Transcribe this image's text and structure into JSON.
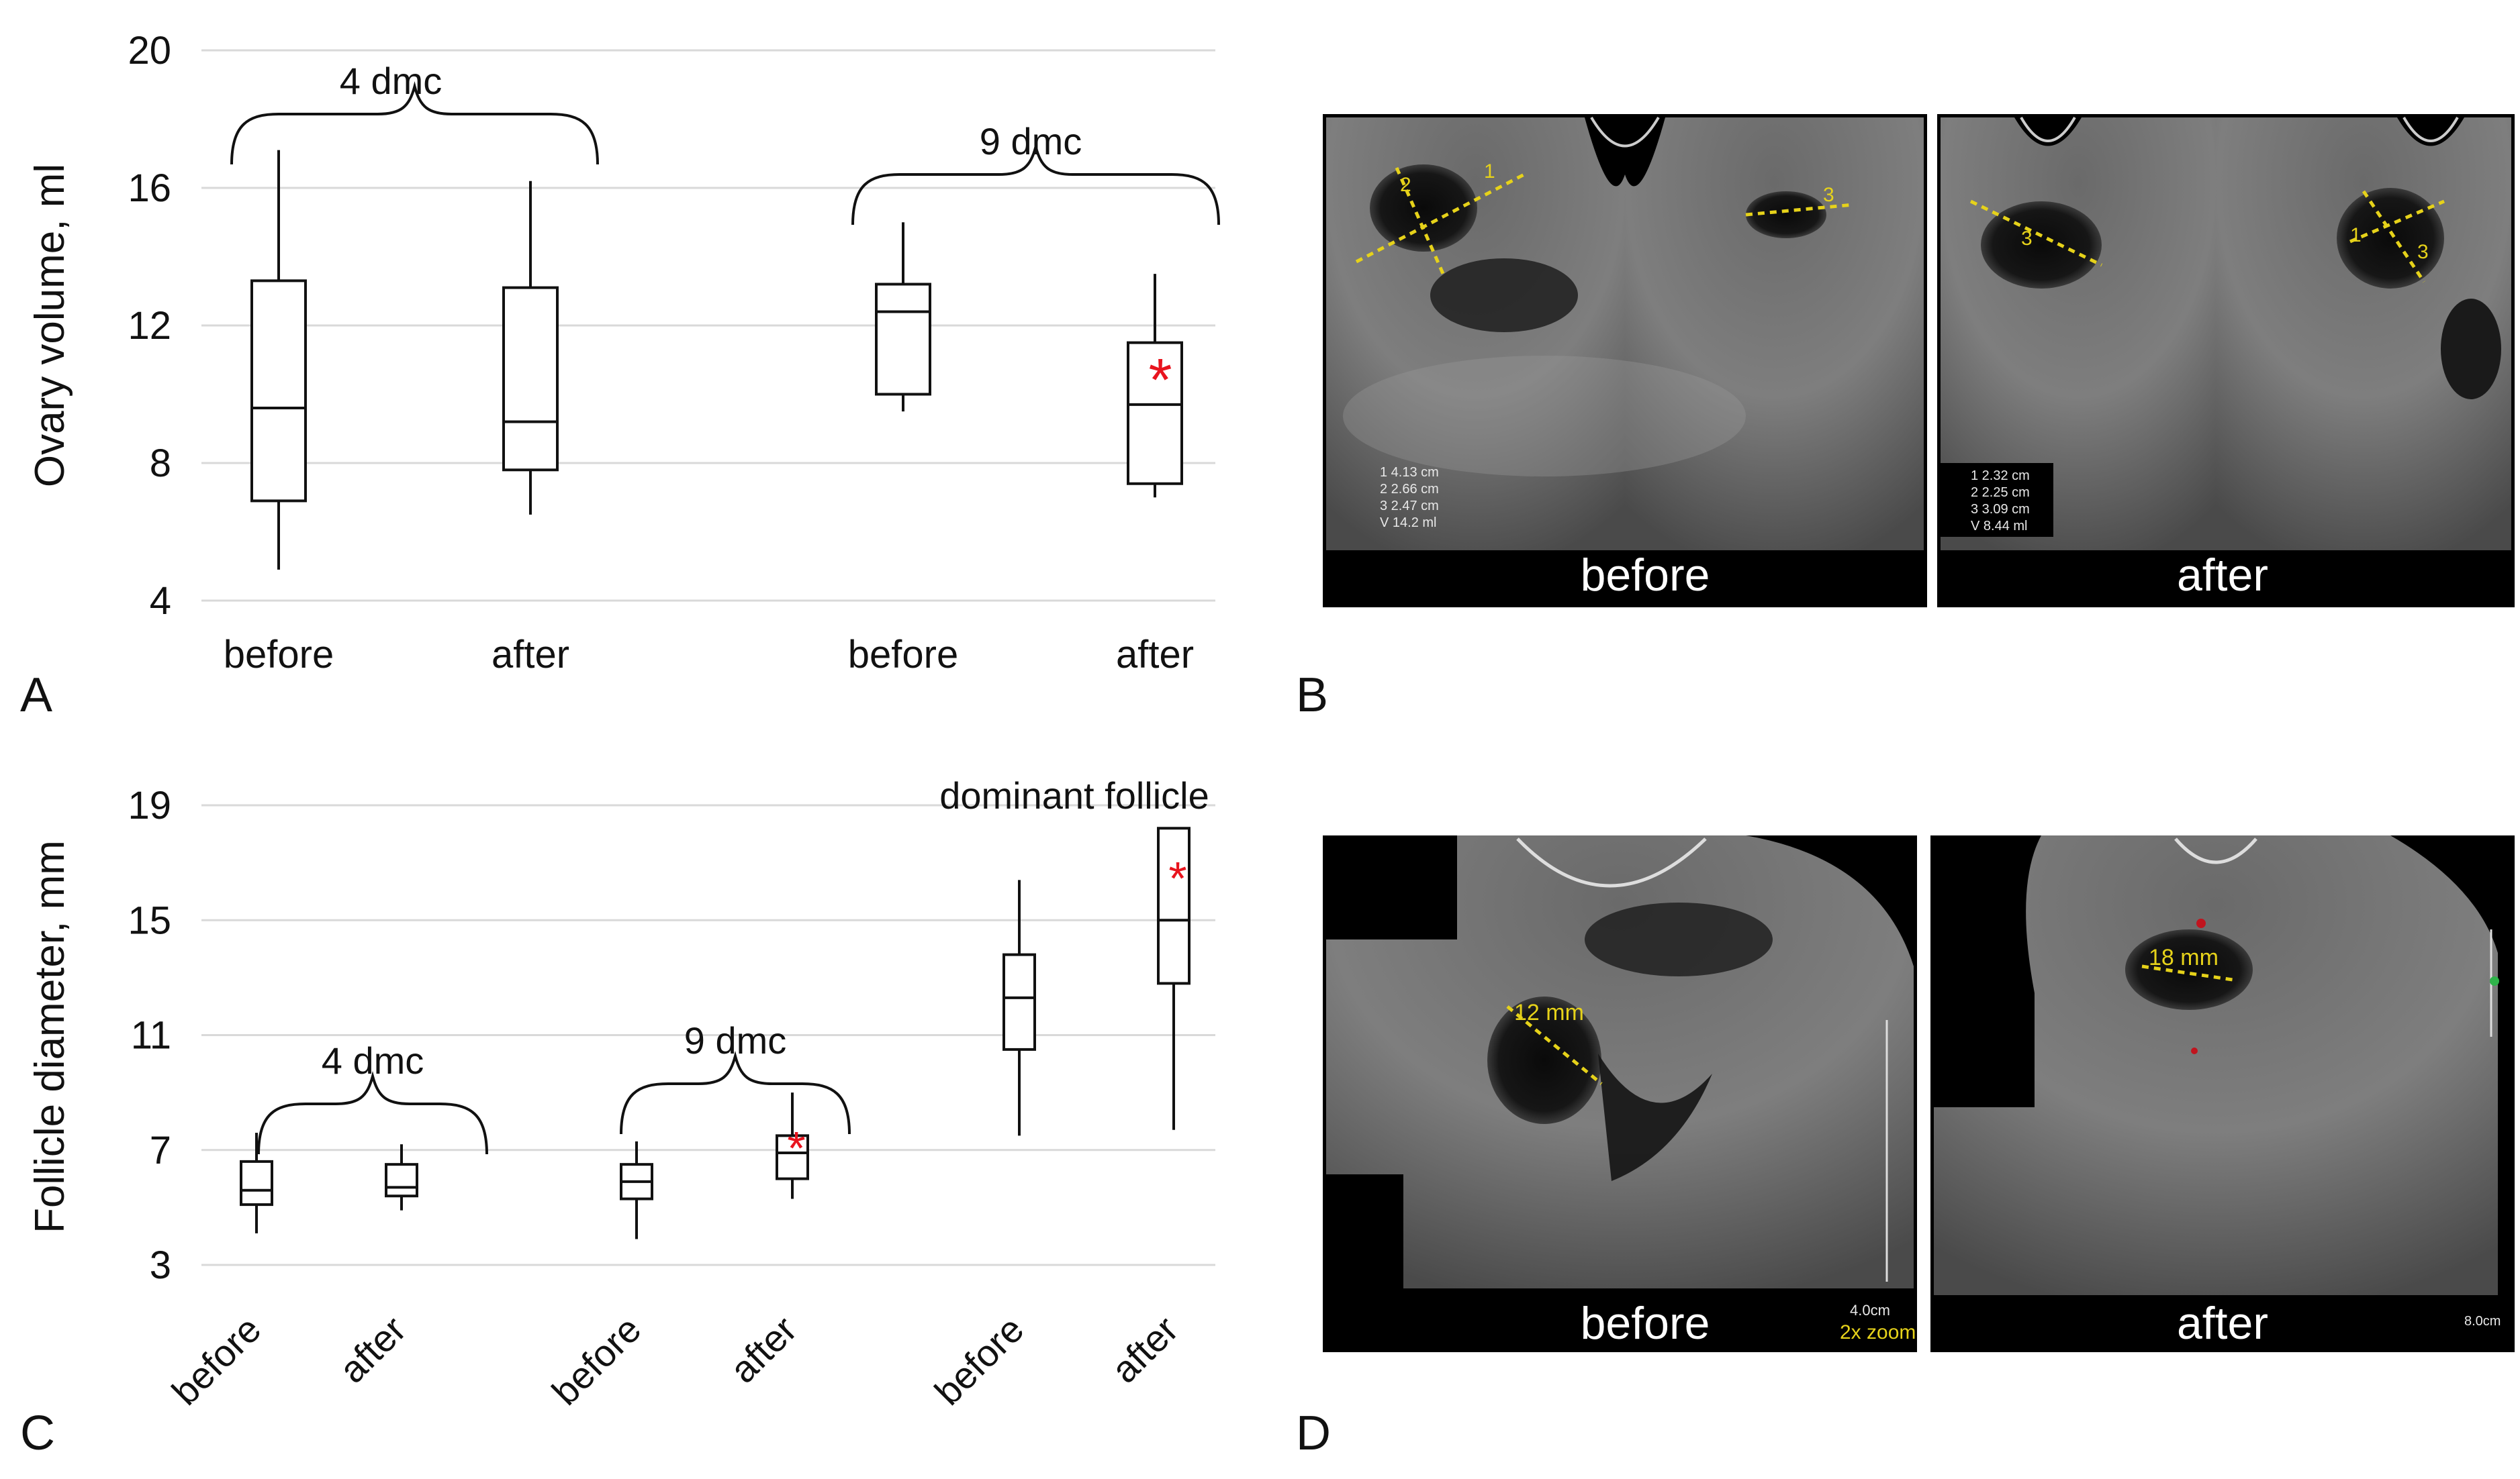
{
  "panels": {
    "A": "A",
    "B": "B",
    "C": "C",
    "D": "D"
  },
  "chart_data": [
    {
      "type": "box",
      "panel": "A",
      "ylabel": "Ovary volume, ml",
      "ylim": [
        4,
        20
      ],
      "yticks": [
        4,
        8,
        12,
        16,
        20
      ],
      "grid": true,
      "categories": [
        "before",
        "after",
        "before",
        "after"
      ],
      "groups": [
        {
          "label": "4 dmc",
          "members": [
            0,
            1
          ]
        },
        {
          "label": "9 dmc",
          "members": [
            2,
            3
          ]
        }
      ],
      "boxes": [
        {
          "category": "before",
          "min": 4.9,
          "q1": 6.9,
          "median": 9.6,
          "q3": 13.3,
          "max": 17.1
        },
        {
          "category": "after",
          "min": 6.5,
          "q1": 7.8,
          "median": 9.2,
          "q3": 13.1,
          "max": 16.2
        },
        {
          "category": "before",
          "min": 9.5,
          "q1": 10.0,
          "median": 12.4,
          "q3": 13.2,
          "max": 15.0
        },
        {
          "category": "after",
          "min": 7.0,
          "q1": 7.4,
          "median": 9.7,
          "q3": 11.5,
          "max": 13.5,
          "annotation": "*"
        }
      ]
    },
    {
      "type": "box",
      "panel": "C",
      "ylabel": "Follicle diameter, mm",
      "ylim": [
        3,
        19
      ],
      "yticks": [
        3,
        7,
        11,
        15,
        19
      ],
      "grid": true,
      "categories": [
        "before",
        "after",
        "before",
        "after",
        "before",
        "after"
      ],
      "groups": [
        {
          "label": "4 dmc",
          "members": [
            0,
            1
          ]
        },
        {
          "label": "9 dmc",
          "members": [
            2,
            3
          ]
        },
        {
          "label": "dominant follicle",
          "members": [
            4,
            5
          ]
        }
      ],
      "boxes": [
        {
          "category": "before",
          "min": 4.1,
          "q1": 5.1,
          "median": 5.6,
          "q3": 6.6,
          "max": 7.6
        },
        {
          "category": "after",
          "min": 4.9,
          "q1": 5.4,
          "median": 5.7,
          "q3": 6.5,
          "max": 7.2
        },
        {
          "category": "before",
          "min": 3.9,
          "q1": 5.3,
          "median": 5.9,
          "q3": 6.5,
          "max": 7.3
        },
        {
          "category": "after",
          "min": 5.3,
          "q1": 6.0,
          "median": 6.9,
          "q3": 7.5,
          "max": 9.0,
          "annotation": "*"
        },
        {
          "category": "before",
          "min": 7.5,
          "q1": 10.5,
          "median": 12.3,
          "q3": 13.8,
          "max": 16.4
        },
        {
          "category": "after",
          "min": 7.7,
          "q1": 12.8,
          "median": 15.0,
          "q3": 18.2,
          "max": 18.2,
          "annotation": "*"
        }
      ]
    }
  ],
  "ultrasound": {
    "B": {
      "left_label": "before",
      "right_label": "after",
      "left_measurements": [
        "1   4.13 cm",
        "2   2.66 cm",
        "3   2.47 cm",
        "V   14.2 ml"
      ],
      "right_measurements": [
        "1   2.32 cm",
        "2   2.25 cm",
        "3   3.09 cm",
        "V   8.44 ml"
      ],
      "caliper_numbers": [
        "1",
        "2",
        "3"
      ]
    },
    "D": {
      "left_label": "before",
      "right_label": "after",
      "left_measure": "12 mm",
      "right_measure": "18 mm",
      "left_depth": "4.0cm",
      "left_zoom": "2x zoom",
      "right_depth": "8.0cm"
    }
  },
  "colors": {
    "annotation": "#e8141e",
    "caliper": "#e6d21a",
    "grid": "#d9d9d9"
  }
}
